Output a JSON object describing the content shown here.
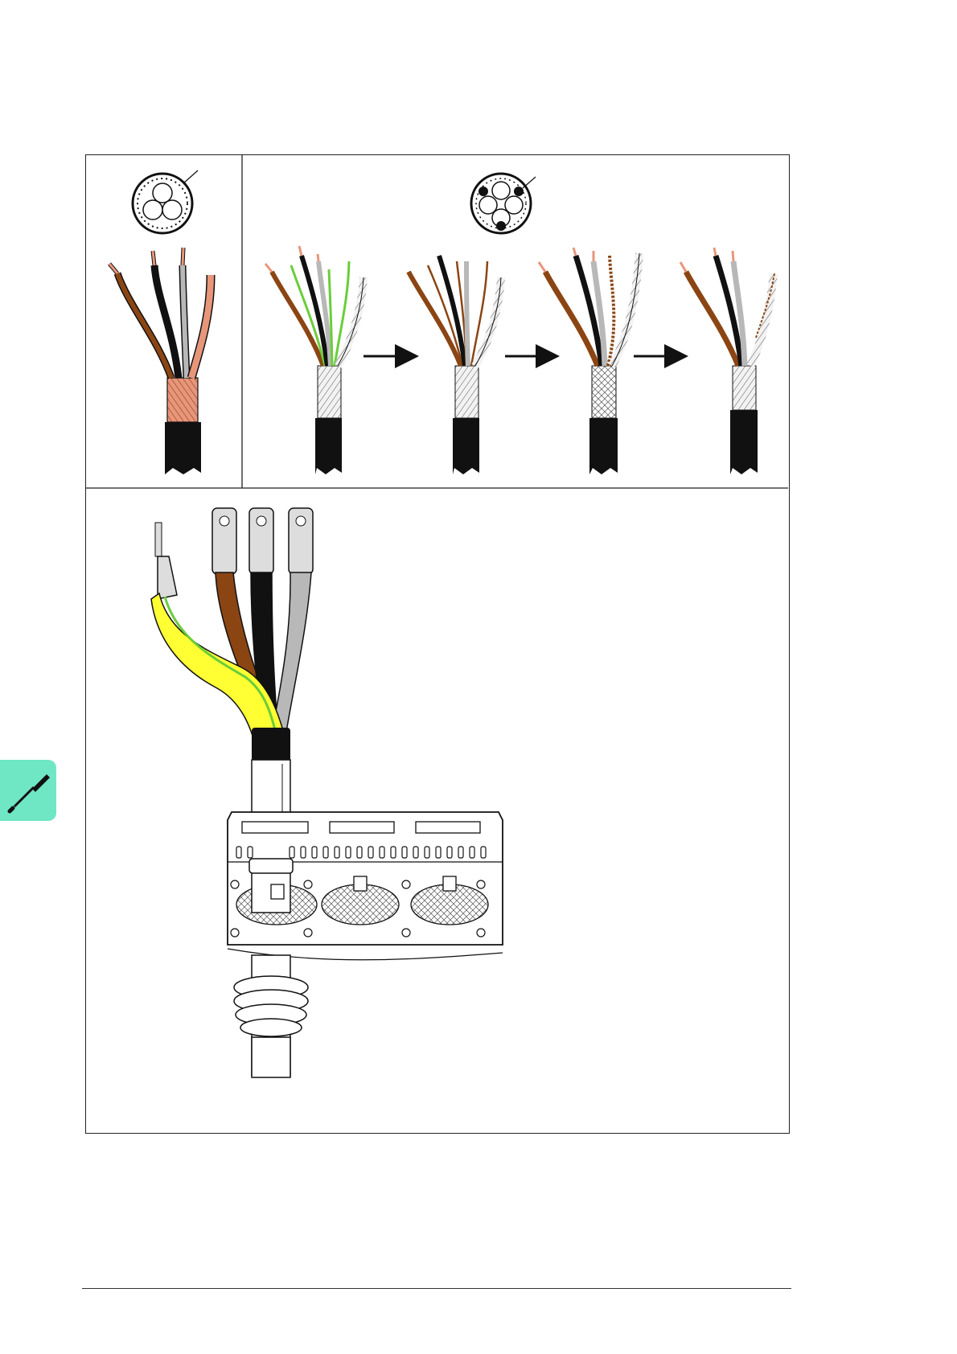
{
  "figure": {
    "panels": [
      {
        "id": "cable-type-concentric-shield",
        "cross_section": "three-core-with-shield-ring"
      },
      {
        "id": "cable-type-four-core",
        "steps": 4
      },
      {
        "id": "cable-mounting-in-clamp-plate"
      }
    ],
    "arrows": 3
  },
  "icons": {
    "chapter_tab": "screwdriver-icon"
  },
  "colors": {
    "chapter_tab": "#6fe6c4",
    "brown": "#8b4513",
    "black": "#111111",
    "grey": "#b8b8b8",
    "copper": "#e8967a",
    "yellow": "#ffff33",
    "green": "#6acd3a"
  }
}
